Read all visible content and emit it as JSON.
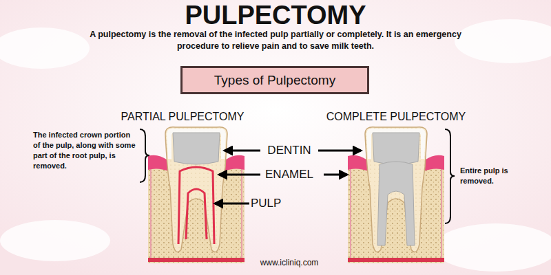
{
  "diagram": {
    "title": "PULPECTOMY",
    "nodes": [
      {
        "text": [
          "Types of Pulpectomy"
        ]
      }
    ],
    "labels": [
      "A pulpectomy is the removal of the infected pulp partially or completely. It is an emergency procedure to relieve pain and to save milk teeth.",
      "PARTIAL PULPECTOMY",
      "COMPLETE PULPECTOMY",
      "The infected crown portion of the pulp, along with some part of the root pulp, is removed.",
      "DENTIN",
      "ENAMEL",
      "Entire pulp is removed.",
      "PULP",
      "www.icliniq.com"
    ]
  }
}
